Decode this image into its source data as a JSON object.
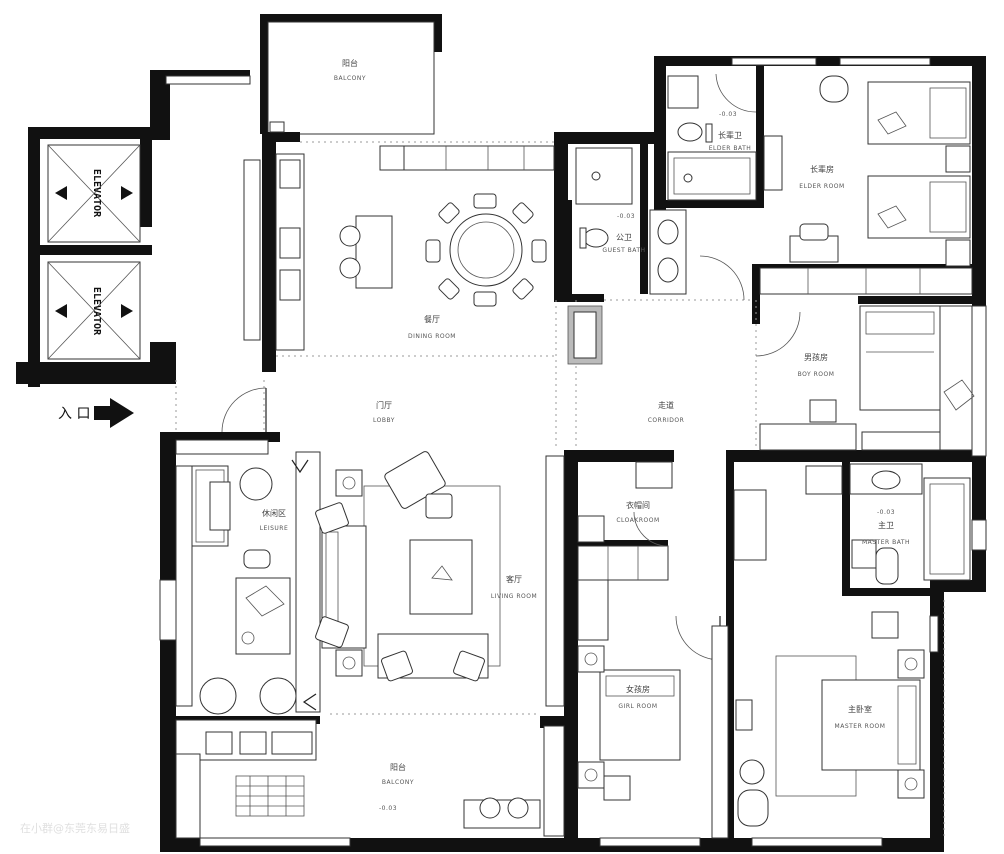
{
  "entrance_label": "入 口",
  "elevators": [
    {
      "label": "ELEVATOR"
    },
    {
      "label": "ELEVATOR"
    }
  ],
  "watermark": "在小群@东莞东易日盛",
  "rooms": {
    "north_balcony": {
      "cn": "阳台",
      "en": "BALCONY"
    },
    "dining": {
      "cn": "餐厅",
      "en": "DINING ROOM"
    },
    "lobby": {
      "cn": "门厅",
      "en": "LOBBY"
    },
    "corridor": {
      "cn": "走道",
      "en": "CORRIDOR"
    },
    "elder_room": {
      "cn": "长辈房",
      "en": "ELDER ROOM"
    },
    "guest_bath": {
      "cn": "公卫",
      "en": "GUEST BATH"
    },
    "elder_bath": {
      "cn": "长辈卫",
      "en": "ELDER BATH"
    },
    "boy_room": {
      "cn": "男孩房",
      "en": "BOY ROOM"
    },
    "leisure": {
      "cn": "休闲区",
      "en": "LEISURE"
    },
    "living": {
      "cn": "客厅",
      "en": "LIVING ROOM"
    },
    "cloakroom": {
      "cn": "衣帽间",
      "en": "CLOAKROOM"
    },
    "master_bath": {
      "cn": "主卫",
      "en": "MASTER BATH"
    },
    "girl_room": {
      "cn": "女孩房",
      "en": "GIRL ROOM"
    },
    "master_room": {
      "cn": "主卧室",
      "en": "MASTER ROOM"
    },
    "south_balcony": {
      "cn": "阳台",
      "en": "BALCONY"
    }
  },
  "levels": [
    "-0.03",
    "-0.03",
    "-0.03",
    "-0.03"
  ]
}
